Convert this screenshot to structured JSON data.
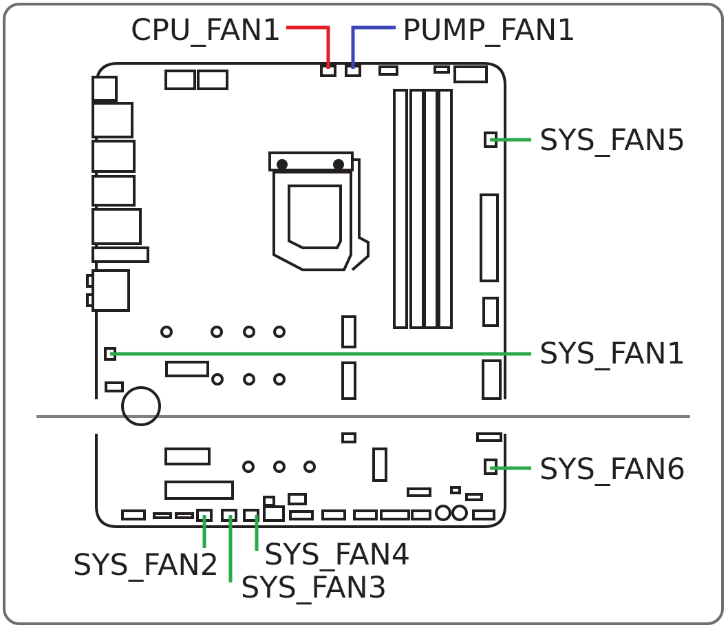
{
  "labels": {
    "cpu_fan1": "CPU_FAN1",
    "pump_fan1": "PUMP_FAN1",
    "sys_fan1": "SYS_FAN1",
    "sys_fan2": "SYS_FAN2",
    "sys_fan3": "SYS_FAN3",
    "sys_fan4": "SYS_FAN4",
    "sys_fan5": "SYS_FAN5",
    "sys_fan6": "SYS_FAN6"
  },
  "colors": {
    "cpu_fan_line": "#e31e24",
    "pump_fan_line": "#3c46b4",
    "sys_fan_line": "#2aa84a",
    "board_outline": "#231f20",
    "frame": "#6d6e71",
    "divider": "#808080"
  }
}
